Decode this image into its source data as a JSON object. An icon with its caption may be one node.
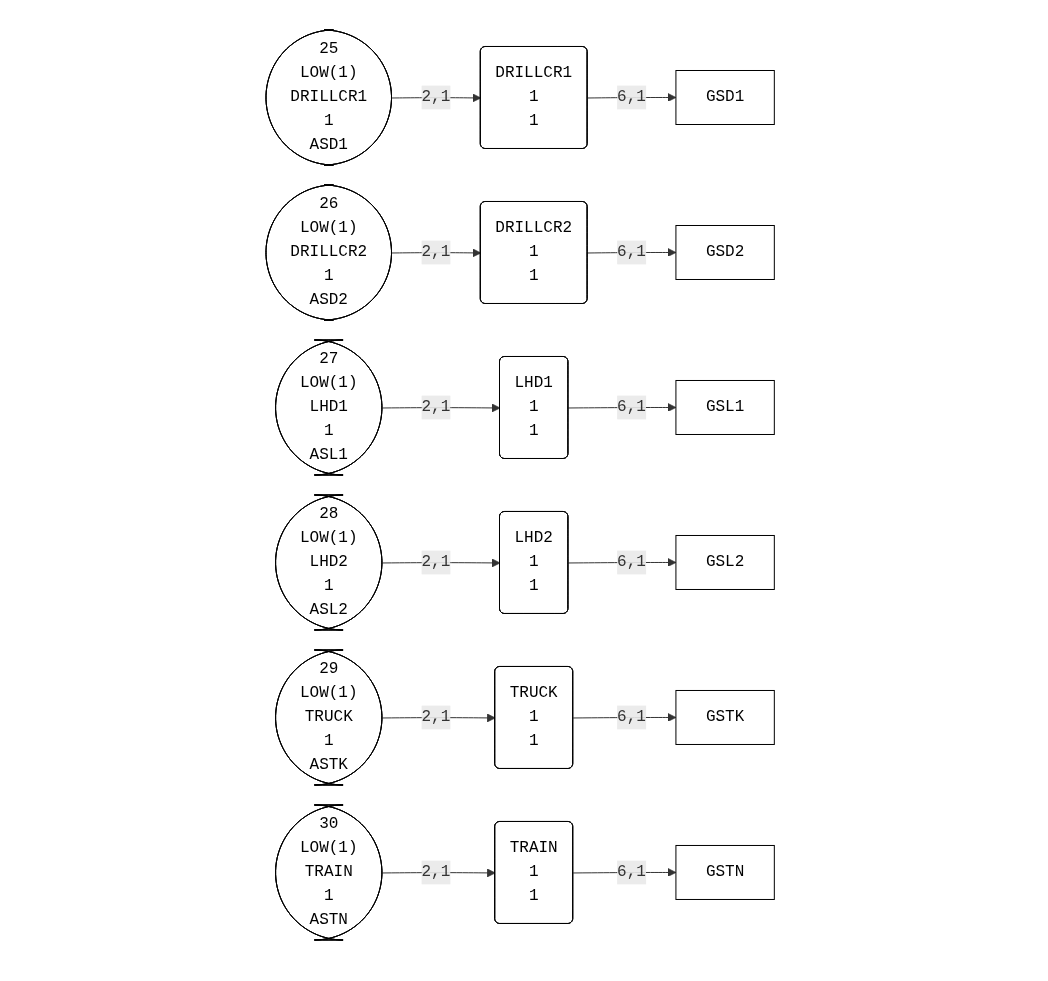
{
  "diagram": {
    "nodes": [
      {
        "text": [
          "25",
          "LOW(1)",
          "DRILLCR1",
          "1",
          "ASD1"
        ]
      },
      {
        "text": [
          "DRILLCR1",
          "1",
          "1"
        ]
      },
      {
        "text": [
          "GSD1"
        ]
      },
      {
        "text": [
          "26",
          "LOW(1)",
          "DRILLCR2",
          "1",
          "ASD2"
        ]
      },
      {
        "text": [
          "DRILLCR2",
          "1",
          "1"
        ]
      },
      {
        "text": [
          "GSD2"
        ]
      },
      {
        "text": [
          "27",
          "LOW(1)",
          "LHD1",
          "1",
          "ASL1"
        ]
      },
      {
        "text": [
          "LHD1",
          "1",
          "1"
        ]
      },
      {
        "text": [
          "GSL1"
        ]
      },
      {
        "text": [
          "28",
          "LOW(1)",
          "LHD2",
          "1",
          "ASL2"
        ]
      },
      {
        "text": [
          "LHD2",
          "1",
          "1"
        ]
      },
      {
        "text": [
          "GSL2"
        ]
      },
      {
        "text": [
          "29",
          "LOW(1)",
          "TRUCK",
          "1",
          "ASTK"
        ]
      },
      {
        "text": [
          "TRUCK",
          "1",
          "1"
        ]
      },
      {
        "text": [
          "GSTK"
        ]
      },
      {
        "text": [
          "30",
          "LOW(1)",
          "TRAIN",
          "1",
          "ASTN"
        ]
      },
      {
        "text": [
          "TRAIN",
          "1",
          "1"
        ]
      },
      {
        "text": [
          "GSTN"
        ]
      }
    ],
    "edges": [
      {
        "from": 0,
        "to": 1,
        "label": "2,1",
        "arrow": "to"
      },
      {
        "from": 1,
        "to": 2,
        "label": "6,1",
        "arrow": "to"
      },
      {
        "from": 3,
        "to": 4,
        "label": "2,1",
        "arrow": "to"
      },
      {
        "from": 4,
        "to": 5,
        "label": "6,1",
        "arrow": "to"
      },
      {
        "from": 6,
        "to": 7,
        "label": "2,1",
        "arrow": "to"
      },
      {
        "from": 7,
        "to": 8,
        "label": "6,1",
        "arrow": "to"
      },
      {
        "from": 9,
        "to": 10,
        "label": "2,1",
        "arrow": "to"
      },
      {
        "from": 10,
        "to": 11,
        "label": "6,1",
        "arrow": "to"
      },
      {
        "from": 12,
        "to": 13,
        "label": "2,1",
        "arrow": "to"
      },
      {
        "from": 13,
        "to": 14,
        "label": "6,1",
        "arrow": "to"
      },
      {
        "from": 15,
        "to": 16,
        "label": "2,1",
        "arrow": "to"
      },
      {
        "from": 16,
        "to": 17,
        "label": "6,1",
        "arrow": "to"
      }
    ]
  }
}
